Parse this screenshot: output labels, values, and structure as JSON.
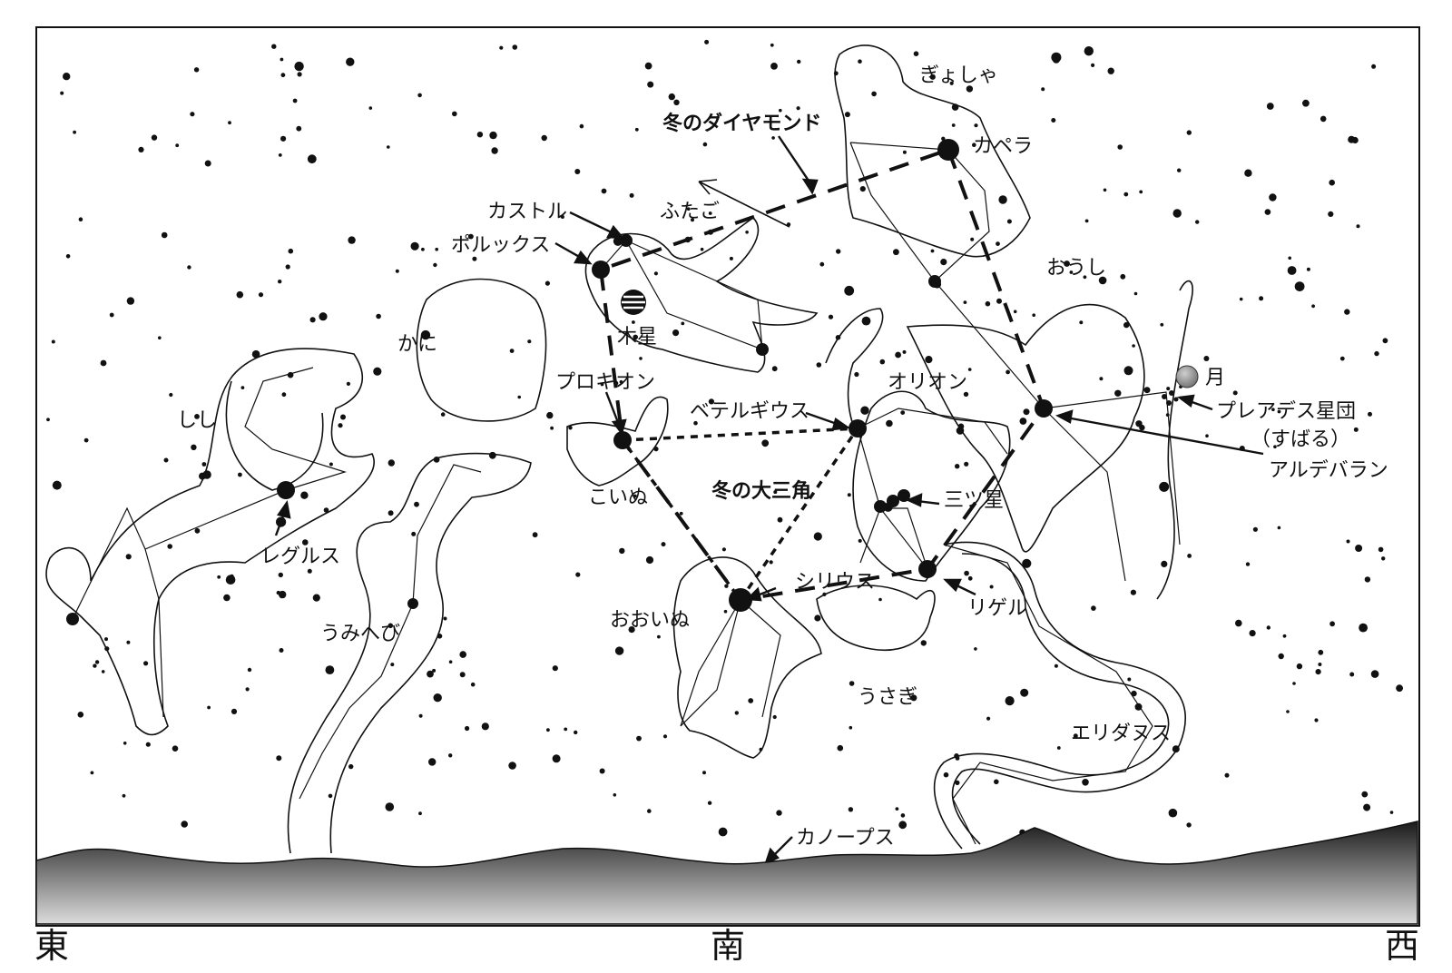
{
  "labels": {
    "gyosha": "ぎょしゃ",
    "capella": "カペラ",
    "winter_diamond": "冬のダイヤモンド",
    "castor": "カストル",
    "futago": "ふたご",
    "pollux": "ポルックス",
    "oushi": "おうし",
    "kani": "かに",
    "jupiter": "木星",
    "procyon": "プロキオン",
    "orion": "オリオン",
    "tsuki": "月",
    "pleiades": "プレアデス星団",
    "subaru": "（すばる）",
    "shishi": "しし",
    "betelgeuse": "ベテルギウス",
    "aldebaran": "アルデバラン",
    "koinu": "こいぬ",
    "winter_triangle": "冬の大三角",
    "mitsuboshi": "三ツ星",
    "regulus": "レグルス",
    "sirius": "シリウス",
    "rigel": "リゲル",
    "umihebi": "うみへび",
    "ooinu": "おおいぬ",
    "usagi": "うさぎ",
    "eridanus": "エリダヌス",
    "canopus": "カノープス"
  },
  "directions": {
    "east": "東",
    "south": "南",
    "west": "西"
  },
  "colors": {
    "ink": "#111111",
    "horizon_top": "#1a1a1a",
    "horizon_bottom": "#dcdcdc",
    "moon": "#8a8a8a"
  }
}
